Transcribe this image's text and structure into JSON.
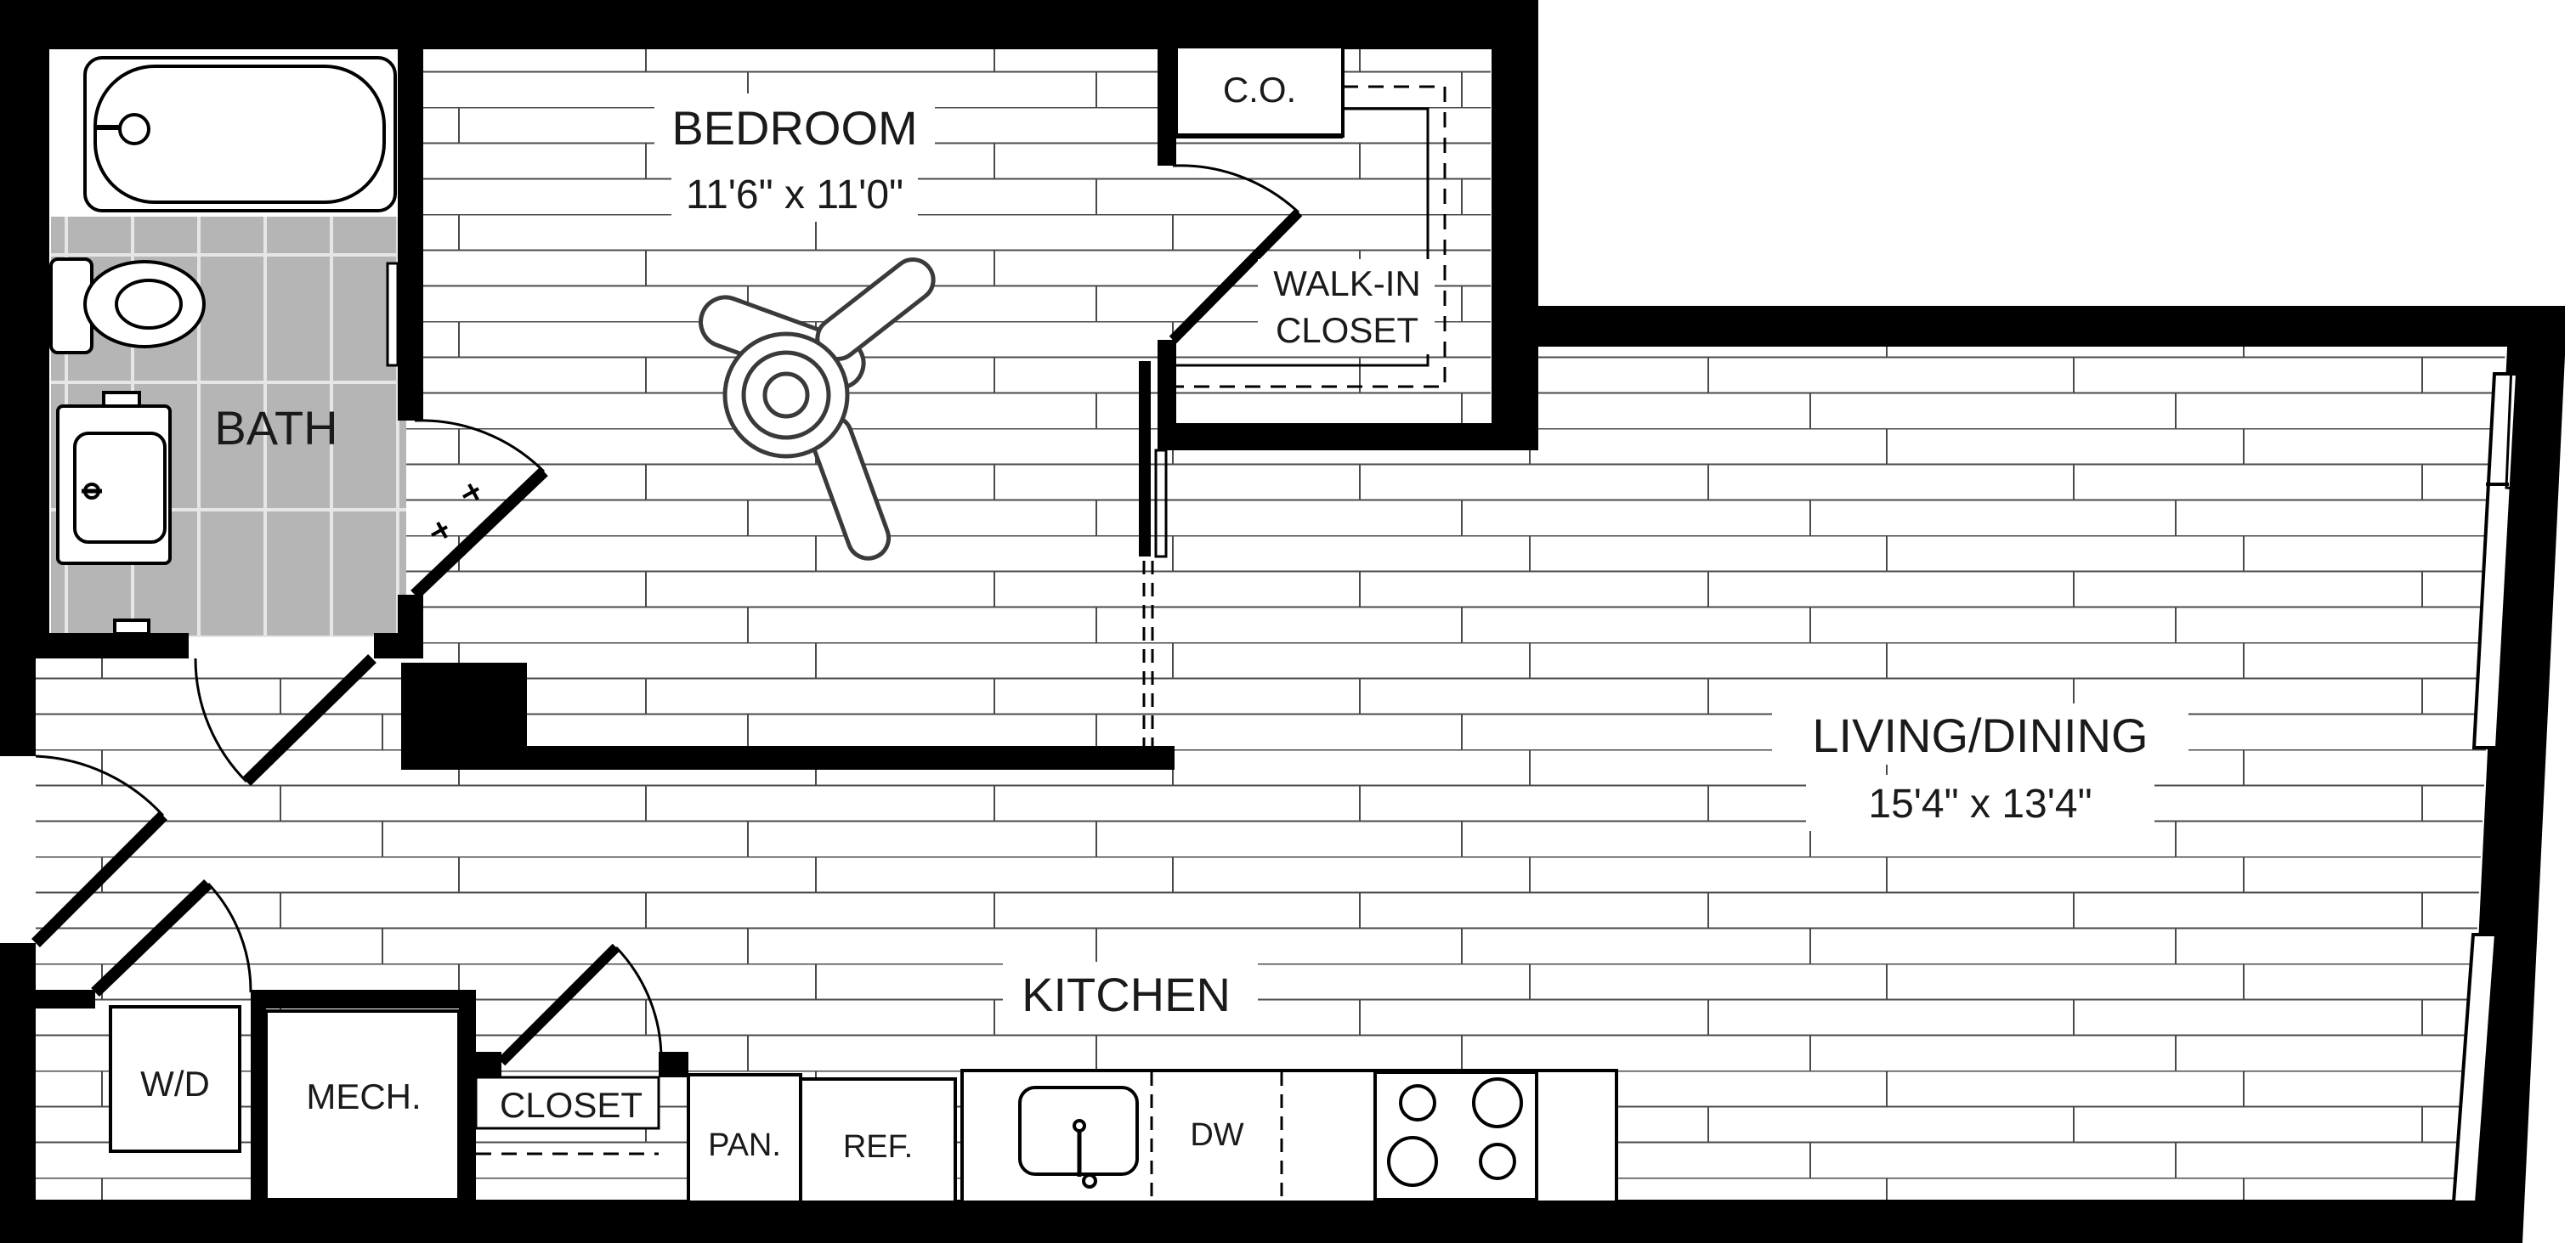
{
  "rooms": {
    "bedroom": {
      "name": "BEDROOM",
      "dimensions": "11'6\" x 11'0\""
    },
    "living": {
      "name": "LIVING/DINING",
      "dimensions": "15'4\" x 13'4\""
    },
    "kitchen": {
      "name": "KITCHEN"
    },
    "bath": {
      "name": "BATH"
    },
    "walkin": {
      "line1": "WALK-IN",
      "line2": "CLOSET"
    }
  },
  "fixtures": {
    "co": "C.O.",
    "wd": "W/D",
    "mech": "MECH.",
    "closet": "CLOSET",
    "pantry": "PAN.",
    "ref": "REF.",
    "dw": "DW"
  },
  "colors": {
    "wall": "#000000",
    "floor_line": "#4a4a4a",
    "bath_tile": "#b5b5b5",
    "background": "#ffffff"
  }
}
